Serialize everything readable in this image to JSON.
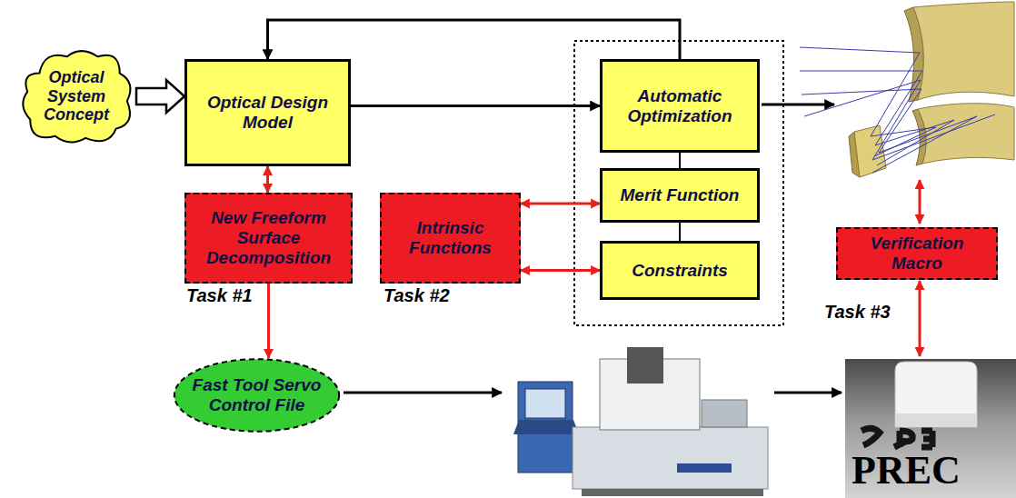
{
  "diagram": {
    "nodes": [
      {
        "text": [
          "Optical System Concept"
        ]
      },
      {
        "text": [
          "Optical Design Model"
        ]
      },
      {
        "text": [
          "Automatic Optimization"
        ]
      },
      {
        "text": [
          "Merit Function"
        ]
      },
      {
        "text": [
          "New Freeform Surface Decomposition",
          "Task #1"
        ]
      },
      {
        "text": [
          "Intrinsic Functions",
          "Task #2"
        ]
      },
      {
        "text": [
          "Constraints"
        ]
      },
      {
        "text": [
          "Verification Macro",
          "Task #3"
        ]
      },
      {
        "text": [
          "Fast Tool Servo Control File"
        ]
      }
    ],
    "edges": [
      {
        "from": 0,
        "to": 1,
        "arrow": "to"
      },
      {
        "from": 1,
        "to": 2,
        "arrow": "to"
      },
      {
        "from": 2,
        "to": 1,
        "arrow": "to"
      },
      {
        "from": 2,
        "to": 3,
        "arrow": "none"
      },
      {
        "from": 3,
        "to": 6,
        "arrow": "none"
      },
      {
        "from": 1,
        "to": 4,
        "arrow": "both"
      },
      {
        "from": 5,
        "to": 3,
        "arrow": "both"
      },
      {
        "from": 5,
        "to": 6,
        "arrow": "both"
      },
      {
        "from": 4,
        "to": 8,
        "arrow": "to"
      }
    ],
    "labels": [
      "PREC"
    ]
  }
}
